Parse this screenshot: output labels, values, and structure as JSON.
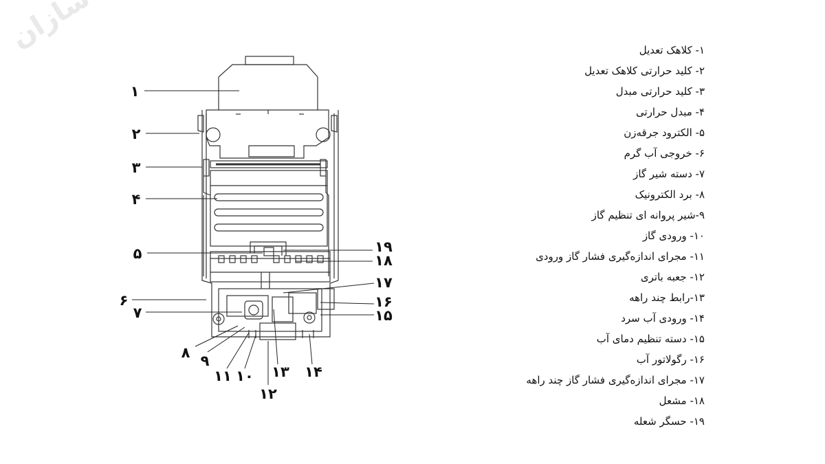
{
  "watermark": "سماسازان",
  "callout_numbers": [
    "۱",
    "۲",
    "۳",
    "۴",
    "۵",
    "۶",
    "۷",
    "۸",
    "۹",
    "۱۰",
    "۱۱",
    "۱۲",
    "۱۳",
    "۱۴",
    "۱۵",
    "۱۶",
    "۱۷",
    "۱۸",
    "۱۹"
  ],
  "legend": [
    "۱- کلاهک تعدیل",
    "۲- کلید حرارتی کلاهک تعدیل",
    "۳- کلید حرارتی مبدل",
    "۴- مبدل حرارتی",
    "۵- الکترود جرقه‌زن",
    "۶- خروجی آب گرم",
    "۷- دسته شیر گاز",
    "۸- برد الکترونیک",
    "۹-شیر پروانه ای تنظیم گاز",
    "۱۰-  ورودی گاز",
    "۱۱- مجرای اندازه‌گیری فشار گاز ورودی",
    "۱۲- جعبه باتری",
    "۱۳-رابط چند راهه",
    "۱۴- ورودی آب سرد",
    "۱۵- دسته تنظیم دمای آب",
    "۱۶- رگولاتور آب",
    "۱۷- مجرای اندازه‌گیری فشار گاز چند راهه",
    "۱۸- مشعل",
    "۱۹- حسگر شعله"
  ]
}
